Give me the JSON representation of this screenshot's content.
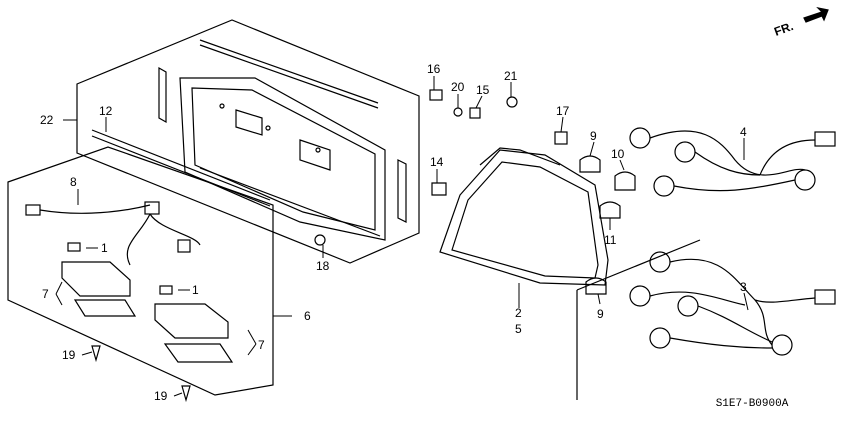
{
  "diagram": {
    "code": "S1E7-B0900A",
    "direction": "FR.",
    "callouts": {
      "c1a": "1",
      "c1b": "1",
      "c2": "2",
      "c5": "5",
      "c3": "3",
      "c4": "4",
      "c6": "6",
      "c7a": "7",
      "c7b": "7",
      "c8": "8",
      "c9a": "9",
      "c9b": "9",
      "c10": "10",
      "c11": "11",
      "c12": "12",
      "c14": "14",
      "c15": "15",
      "c16": "16",
      "c17": "17",
      "c18": "18",
      "c19a": "19",
      "c19b": "19",
      "c20": "20",
      "c21": "21",
      "c22": "22"
    }
  }
}
